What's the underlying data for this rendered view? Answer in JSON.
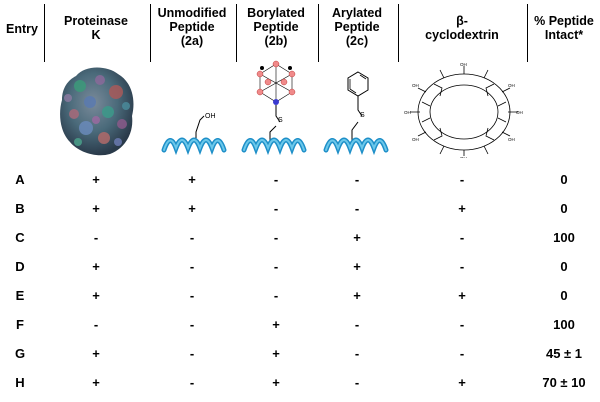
{
  "columns": [
    {
      "key": "entry",
      "lines": [
        "Entry"
      ]
    },
    {
      "key": "proteinase",
      "lines": [
        "Proteinase",
        "K"
      ]
    },
    {
      "key": "unmodified",
      "lines": [
        "Unmodified",
        "Peptide",
        "(2a)"
      ]
    },
    {
      "key": "borylated",
      "lines": [
        "Borylated",
        "Peptide",
        "(2b)"
      ]
    },
    {
      "key": "arylated",
      "lines": [
        "Arylated",
        "Peptide",
        "(2c)"
      ]
    },
    {
      "key": "cyclodextrin",
      "lines": [
        "β-",
        "cyclodextrin"
      ]
    },
    {
      "key": "intact",
      "lines": [
        "% Peptide",
        "Intact*"
      ]
    }
  ],
  "images": {
    "proteinase": "protein-surface",
    "unmodified": "peptide-oh",
    "borylated": "peptide-carborane",
    "arylated": "peptide-phenyl",
    "cyclodextrin": "cyclodextrin-ring",
    "oh_label": "OH",
    "s_label": "S",
    "cd_oh_label": "OH"
  },
  "rows": [
    {
      "entry": "A",
      "cells": [
        "+",
        "+",
        "-",
        "-",
        "-",
        "0"
      ]
    },
    {
      "entry": "B",
      "cells": [
        "+",
        "+",
        "-",
        "-",
        "+",
        "0"
      ]
    },
    {
      "entry": "C",
      "cells": [
        "-",
        "-",
        "-",
        "+",
        "-",
        "100"
      ]
    },
    {
      "entry": "D",
      "cells": [
        "+",
        "-",
        "-",
        "+",
        "-",
        "0"
      ]
    },
    {
      "entry": "E",
      "cells": [
        "+",
        "-",
        "-",
        "+",
        "+",
        "0"
      ]
    },
    {
      "entry": "F",
      "cells": [
        "-",
        "-",
        "+",
        "-",
        "-",
        "100"
      ]
    },
    {
      "entry": "G",
      "cells": [
        "+",
        "-",
        "+",
        "-",
        "-",
        "45 ± 1"
      ]
    },
    {
      "entry": "H",
      "cells": [
        "+",
        "-",
        "+",
        "-",
        "+",
        "70 ± 10"
      ]
    }
  ]
}
